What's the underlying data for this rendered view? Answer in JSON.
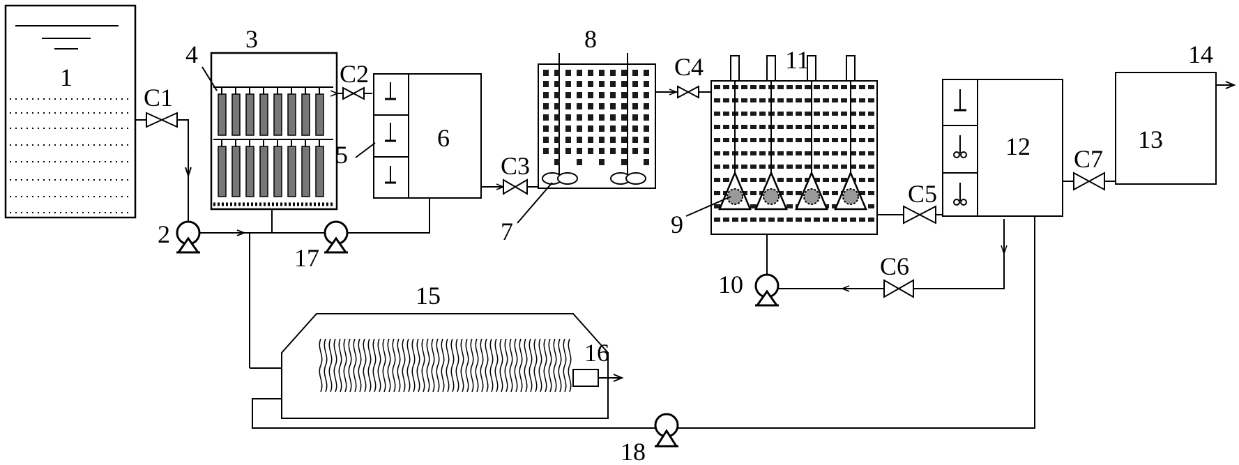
{
  "labels": {
    "tank_raw": "1",
    "pump_feed": "2",
    "unit_3": "3",
    "element_4": "4",
    "unit_5": "5",
    "unit_6": "6",
    "aerator_7": "7",
    "unit_8": "8",
    "element_9": "9",
    "pump_10": "10",
    "unit_11": "11",
    "unit_12": "12",
    "unit_13": "13",
    "outlet_14": "14",
    "unit_15": "15",
    "outlet_16": "16",
    "pump_17": "17",
    "pump_18": "18"
  },
  "valves": {
    "c1": "C1",
    "c2": "C2",
    "c3": "C3",
    "c4": "C4",
    "c5": "C5",
    "c6": "C6",
    "c7": "C7"
  },
  "colors": {
    "line": "#000000",
    "fill": "#ffffff",
    "block": "#1a1a1a"
  }
}
